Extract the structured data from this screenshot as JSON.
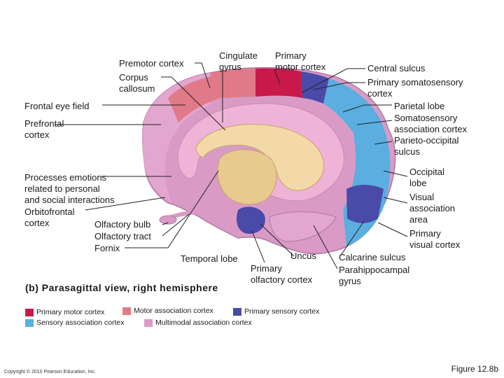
{
  "colors": {
    "primary_motor": "#c8194a",
    "motor_association": "#e07a88",
    "primary_sensory": "#4a4aa8",
    "sensory_association": "#5aaee0",
    "multimodal_association": "#d99bc6"
  },
  "labels": {
    "premotor_cortex": "Premotor cortex",
    "cingulate_gyrus": "Cingulate\ngyrus",
    "primary_motor_cortex": "Primary\nmotor cortex",
    "corpus_callosum": "Corpus\ncallosum",
    "frontal_eye_field": "Frontal eye field",
    "prefrontal_cortex": "Prefrontal\ncortex",
    "processes_emotions": "Processes emotions\nrelated to personal\nand social interactions",
    "orbitofrontal_cortex": "Orbitofrontal\ncortex",
    "olfactory_bulb": "Olfactory bulb",
    "olfactory_tract": "Olfactory tract",
    "fornix": "Fornix",
    "temporal_lobe": "Temporal lobe",
    "uncus": "Uncus",
    "primary_olfactory_cortex": "Primary\nolfactory cortex",
    "central_sulcus": "Central sulcus",
    "primary_somatosensory_cortex": "Primary somatosensory\ncortex",
    "parietal_lobe": "Parietal lobe",
    "somatosensory_association_cortex": "Somatosensory\nassociation cortex",
    "parieto_occipital_sulcus": "Parieto-occipital\nsulcus",
    "occipital_lobe": "Occipital\nlobe",
    "visual_association_area": "Visual\nassociation\narea",
    "primary_visual_cortex": "Primary\nvisual cortex",
    "calcarine_sulcus": "Calcarine sulcus",
    "parahippocampal_gyrus": "Parahippocampal\ngyrus"
  },
  "title": "(b) Parasagittal view, right hemisphere",
  "legend": [
    {
      "label": "Primary motor cortex",
      "color": "#c8194a"
    },
    {
      "label": "Motor association cortex",
      "color": "#e07a88"
    },
    {
      "label": "Primary sensory cortex",
      "color": "#4a4aa8"
    },
    {
      "label": "Sensory association cortex",
      "color": "#5aaee0"
    },
    {
      "label": "Multimodal association cortex",
      "color": "#d99bc6"
    }
  ],
  "figure_number": "Figure 12.8b",
  "copyright": "Copyright © 2010 Pearson Education, Inc."
}
